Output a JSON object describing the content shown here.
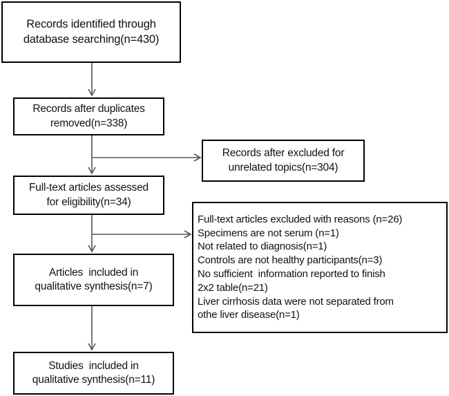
{
  "diagram": {
    "title": "PRISMA study selection flow diagram",
    "type": "flowchart",
    "stroke_color": "#000000",
    "connector_color": "#555555",
    "background": "#ffffff"
  },
  "boxes": {
    "identified": {
      "name": "records-identified",
      "line1": "Records identified through",
      "line2": "database searching(n=430)",
      "count": 430
    },
    "after_duplicates": {
      "name": "records-after-duplicates",
      "line1": "Records after duplicates",
      "line2": "removed(n=338)",
      "count": 338
    },
    "excluded_unrelated": {
      "name": "records-excluded-unrelated",
      "line1": "Records after excluded for",
      "line2": "unrelated topics(n=304)",
      "count": 304
    },
    "fulltext_assessed": {
      "name": "fulltext-assessed",
      "line1": "Full-text articles assessed",
      "line2": "for eligibility(n=34)",
      "count": 34
    },
    "excluded_reasons": {
      "name": "fulltext-excluded-reasons",
      "line1": "Full-text articles excluded with reasons (n=26)",
      "line2": "Specimens are not serum (n=1)",
      "line3": "Not related to diagnosis(n=1)",
      "line4": "Controls are not healthy participants(n=3)",
      "line5": "No sufficient  information reported to finish",
      "line6": "2x2 table(n=21)",
      "line7": "Liver cirrhosis data were not separated from",
      "line8": "othe liver disease(n=1)",
      "total": 26
    },
    "articles_included": {
      "name": "articles-included",
      "line1": "Articles  included in",
      "line2": "qualitative synthesis(n=7)",
      "count": 7
    },
    "studies_included": {
      "name": "studies-included",
      "line1": "Studies  included in",
      "line2": "qualitative synthesis(n=11)",
      "count": 11
    }
  }
}
